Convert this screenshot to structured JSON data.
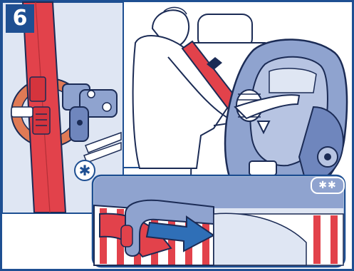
{
  "step": {
    "number": "6"
  },
  "detail_markers": {
    "single": "✱",
    "double": "✱✱"
  },
  "colors": {
    "frame_blue": "#1e4f92",
    "belt_red": "#e2424b",
    "seat_blue": "#8fa3cf",
    "panel_blue": "#dfe6f3",
    "arrow_blue": "#2f6fb7",
    "outline": "#1b2b55"
  },
  "illustration": {
    "panels": [
      "belt-clip-detail",
      "adult-installing-child-seat",
      "belt-guide-detail"
    ],
    "icons": [
      "seat-belt-icon",
      "belt-clip-icon",
      "direction-arrow-icon",
      "child-car-seat-icon",
      "adult-figure-icon",
      "tensioner-ratchet-icon"
    ]
  }
}
